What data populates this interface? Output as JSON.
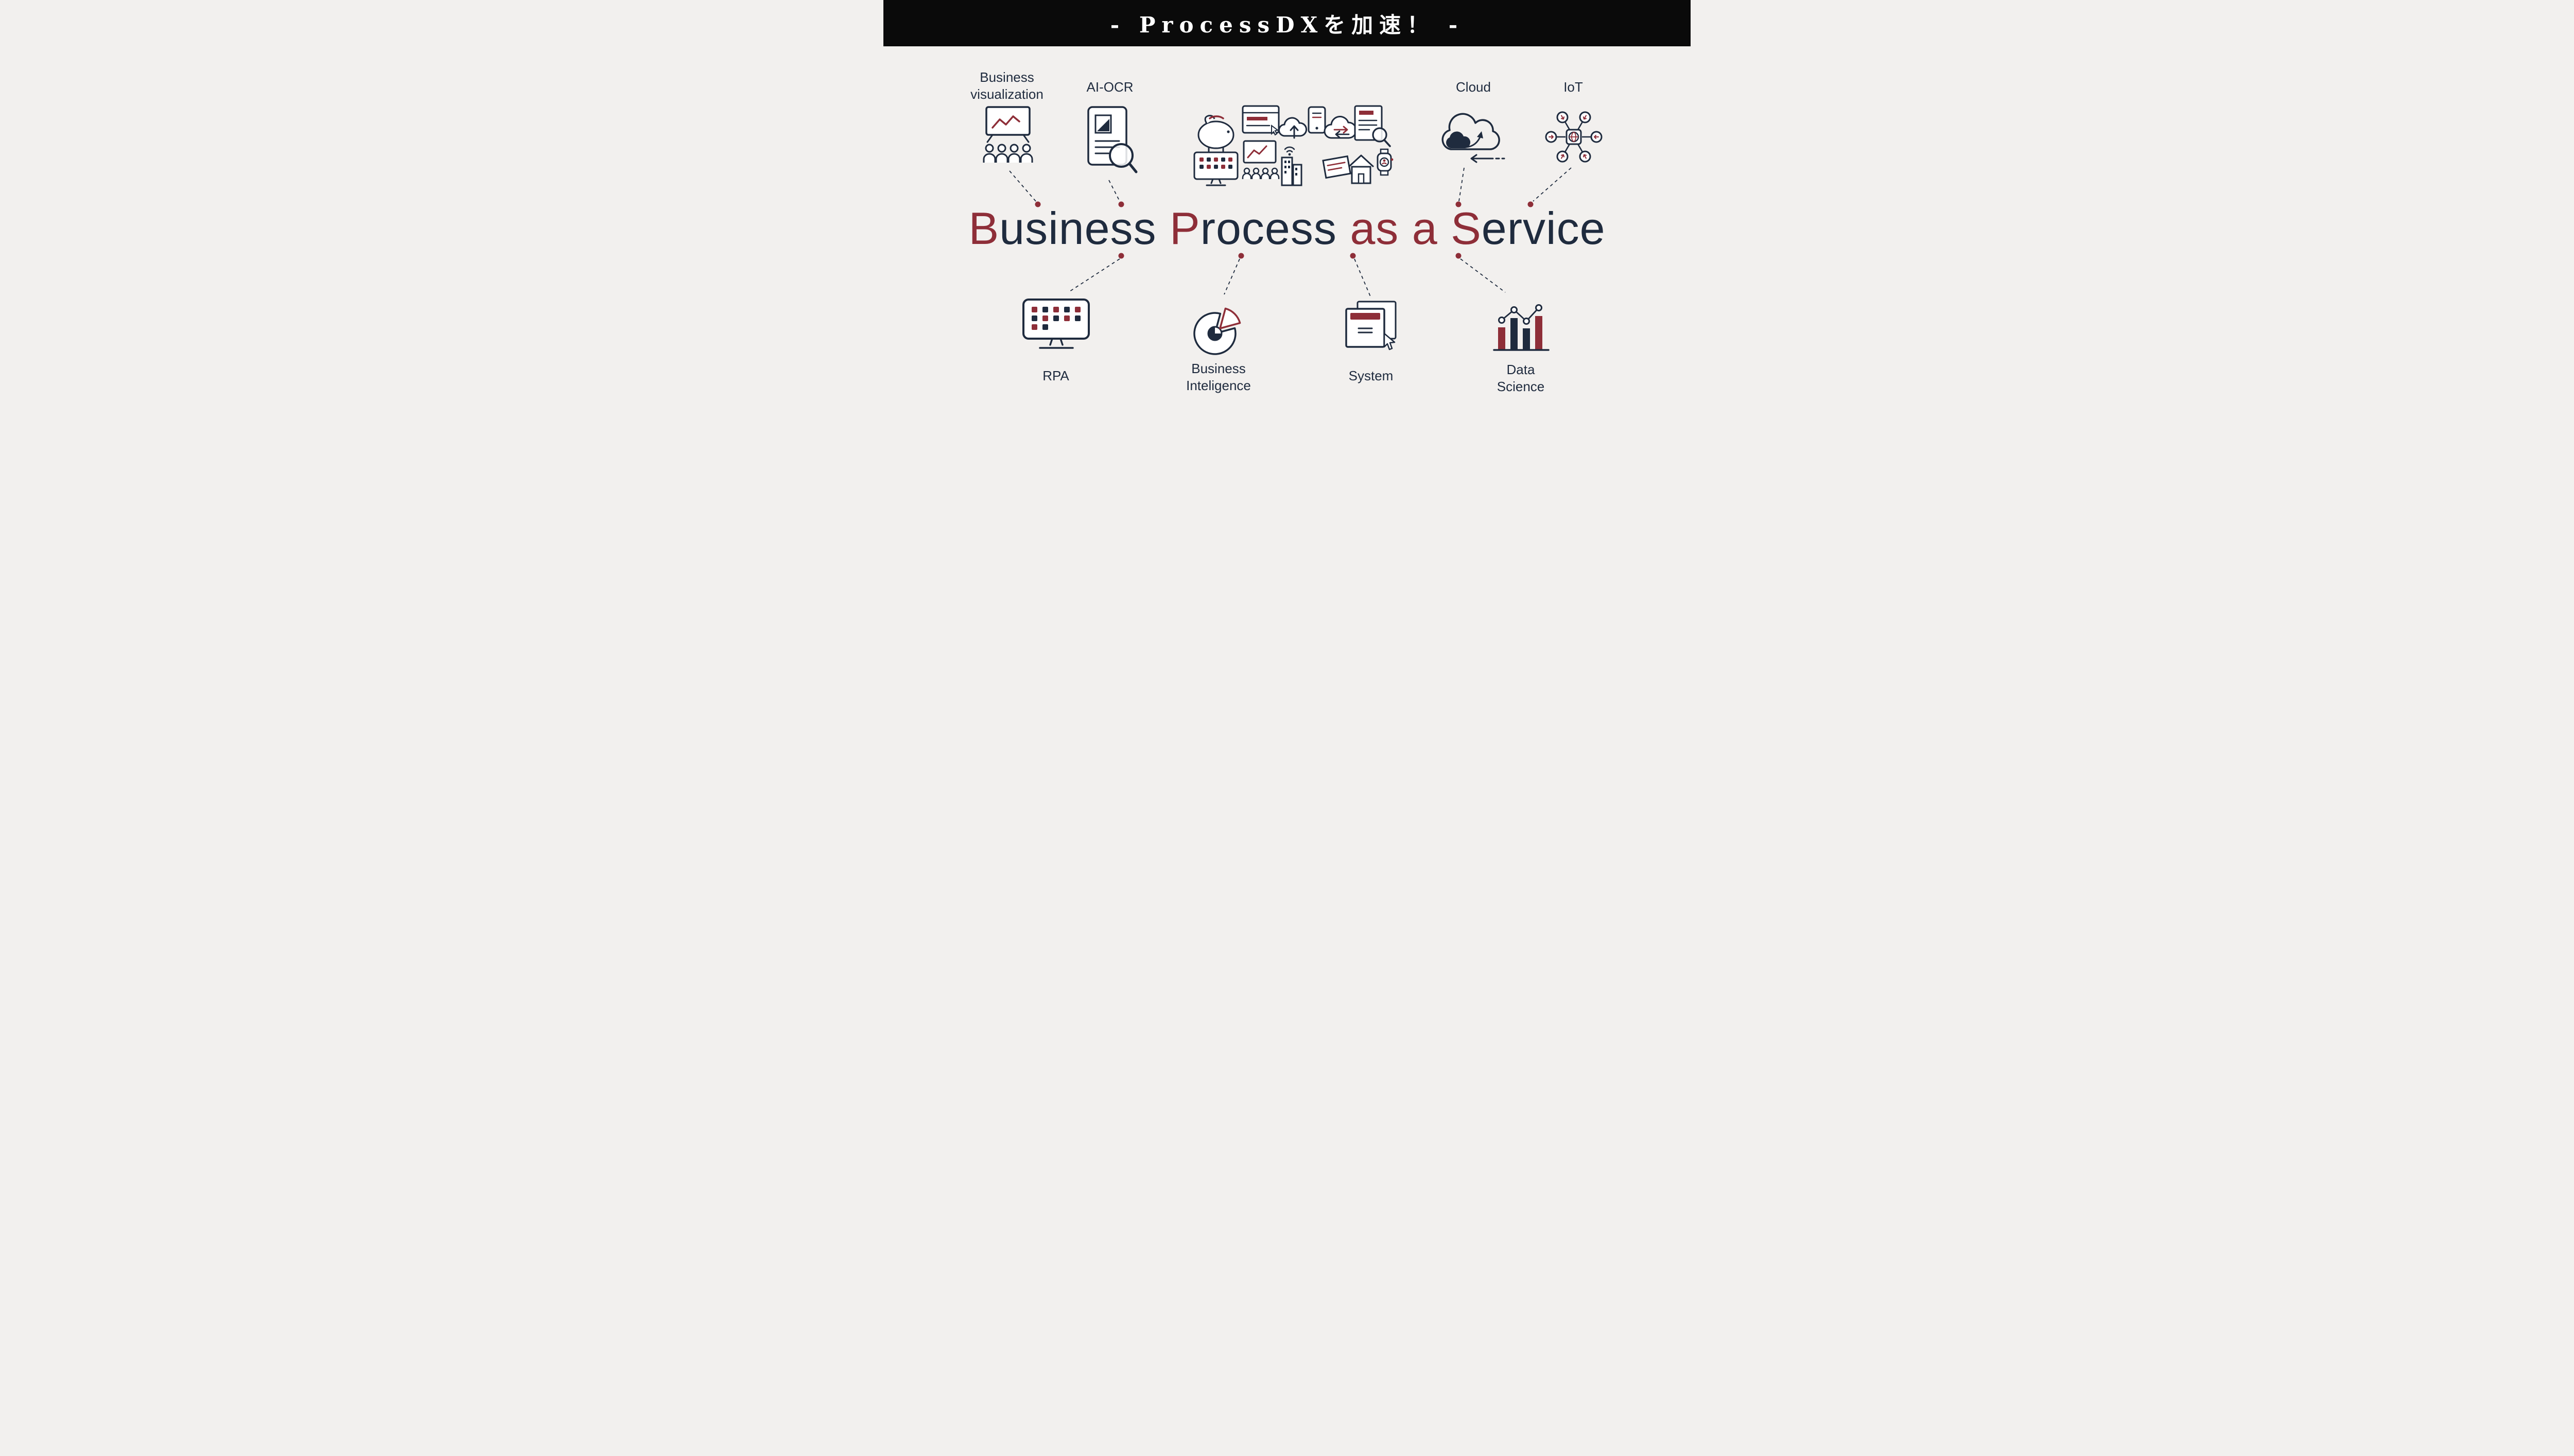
{
  "banner": {
    "title": "-  ProcessDXを加速！  -"
  },
  "title": {
    "full_text": "Business Process as a Service",
    "segments": [
      {
        "text": "B",
        "accent": true
      },
      {
        "text": "usiness ",
        "accent": false
      },
      {
        "text": "P",
        "accent": true
      },
      {
        "text": "rocess ",
        "accent": false
      },
      {
        "text": "as a ",
        "accent": true
      },
      {
        "text": "S",
        "accent": true
      },
      {
        "text": "ervice",
        "accent": false
      }
    ]
  },
  "nodes": {
    "business_visualization": {
      "label": "Business\nvisualization"
    },
    "ai_ocr": {
      "label": "AI-OCR"
    },
    "cloud": {
      "label": "Cloud"
    },
    "iot": {
      "label": "IoT"
    },
    "rpa": {
      "label": "RPA"
    },
    "business_intelligence": {
      "label": "Business\nInteligence"
    },
    "system": {
      "label": "System"
    },
    "data_science": {
      "label": "Data\nScience"
    }
  },
  "icons": {
    "business_visualization": "presentation-chart-audience",
    "ai_ocr": "document-magnifier",
    "center": "dx-collage",
    "cloud": "cloud-sync-arrows",
    "iot": "hub-network",
    "rpa": "monitor-dot-grid",
    "business_intelligence": "pie-chart-slice",
    "system": "window-cursor",
    "data_science": "bar-line-chart"
  },
  "colors": {
    "accent": "#8e2e38",
    "navy": "#1f2b3e",
    "background": "#f2f0ee",
    "banner_background": "#0a0a0a",
    "banner_text": "#ffffff"
  }
}
